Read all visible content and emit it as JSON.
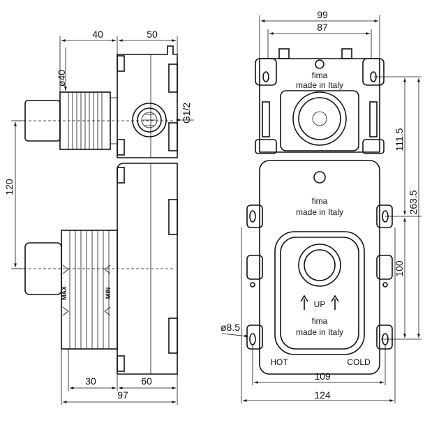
{
  "side_view": {
    "dimensions": {
      "top_left_width": "40",
      "top_right_width": "50",
      "outlet_diameter": "ø40",
      "thread": "G1/2",
      "vertical_spacing": "120",
      "bottom_left_width": "30",
      "bottom_right_width": "60",
      "overall_depth": "97"
    },
    "labels": {
      "max": "MAX",
      "min": "MIN"
    }
  },
  "front_view": {
    "dimensions": {
      "top_outer_width": "99",
      "top_inner_width": "87",
      "upper_height": "111.5",
      "overall_height": "263.5",
      "lower_spacing": "100",
      "hole_diameter": "ø8.5",
      "lower_inner_width": "109",
      "overall_width": "124"
    },
    "upper_box": {
      "brand": "fima",
      "origin": "made in Italy"
    },
    "lower_box": {
      "brand": "fima",
      "origin": "made in Italy"
    },
    "cutout": {
      "up_label": "UP",
      "brand": "fima",
      "origin": "made in Italy"
    },
    "ports": {
      "hot": "HOT",
      "cold": "COLD"
    }
  }
}
